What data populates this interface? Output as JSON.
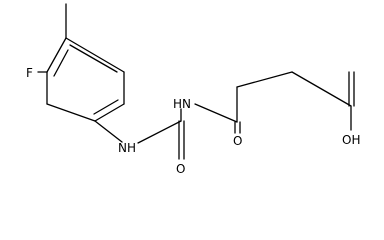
{
  "structure": {
    "atoms": {
      "fluorine": "F",
      "urea_nh_left": "NH",
      "urea_nh_right": "HN",
      "urea_oxygen": "O",
      "ketone_oxygen": "O",
      "acid_hydroxyl": "OH"
    }
  }
}
